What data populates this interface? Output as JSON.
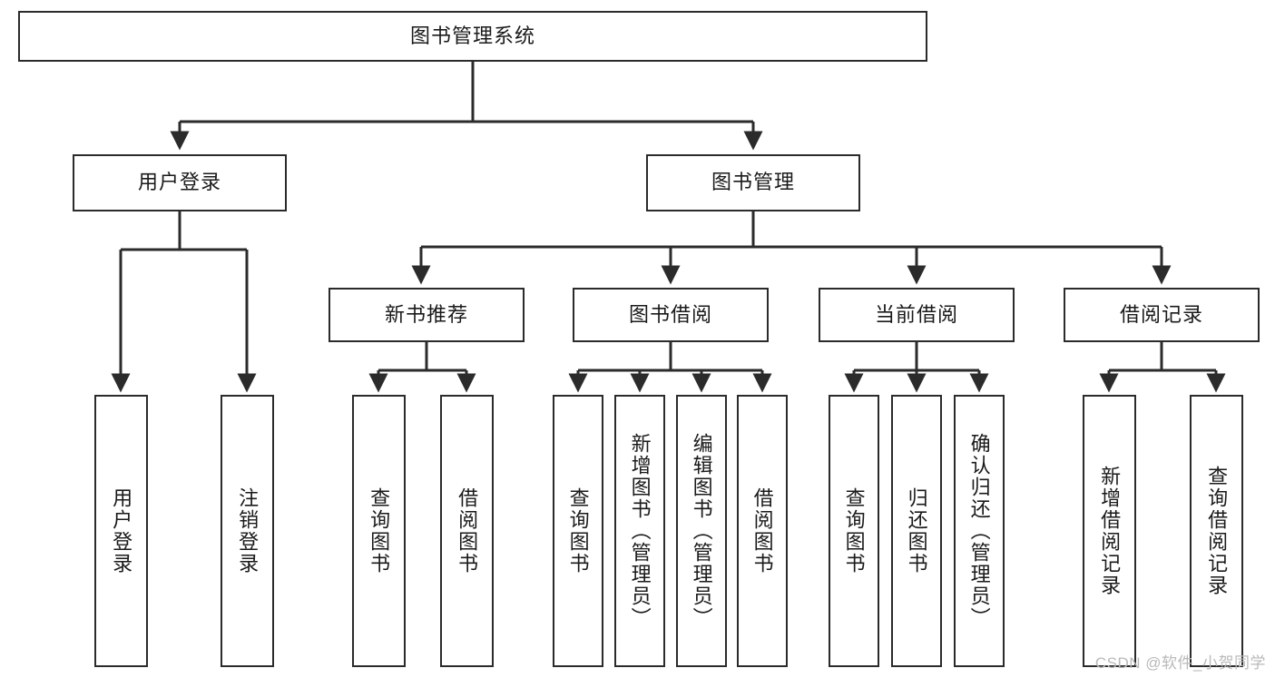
{
  "diagram": {
    "type": "hierarchy-tree",
    "title": "图书管理系统",
    "watermark": "CSDN @软件_小贺同学",
    "colors": {
      "box_border": "#2b2b2b",
      "box_fill": "#ffffff",
      "connector": "#2b2b2b",
      "text": "#1a1a1a",
      "watermark": "#b9b9b9"
    },
    "nodes": {
      "root": {
        "label": "图书管理系统",
        "level": 1
      },
      "l2": [
        {
          "label": "用户登录",
          "level": 2
        },
        {
          "label": "图书管理",
          "level": 2
        }
      ],
      "l3": [
        {
          "label": "新书推荐",
          "level": 3
        },
        {
          "label": "图书借阅",
          "level": 3
        },
        {
          "label": "当前借阅",
          "level": 3
        },
        {
          "label": "借阅记录",
          "level": 3
        }
      ],
      "leaves": [
        {
          "label": "用户登录",
          "parent": "用户登录"
        },
        {
          "label": "注销登录",
          "parent": "用户登录"
        },
        {
          "label": "查询图书",
          "parent": "新书推荐"
        },
        {
          "label": "借阅图书",
          "parent": "新书推荐"
        },
        {
          "label": "查询图书",
          "parent": "图书借阅"
        },
        {
          "label": "新增图书（管理员）",
          "parent": "图书借阅"
        },
        {
          "label": "编辑图书（管理员）",
          "parent": "图书借阅"
        },
        {
          "label": "借阅图书",
          "parent": "图书借阅"
        },
        {
          "label": "查询图书",
          "parent": "当前借阅"
        },
        {
          "label": "归还图书",
          "parent": "当前借阅"
        },
        {
          "label": "确认归还（管理员）",
          "parent": "当前借阅"
        },
        {
          "label": "新增借阅记录",
          "parent": "借阅记录"
        },
        {
          "label": "查询借阅记录",
          "parent": "借阅记录"
        }
      ]
    }
  }
}
